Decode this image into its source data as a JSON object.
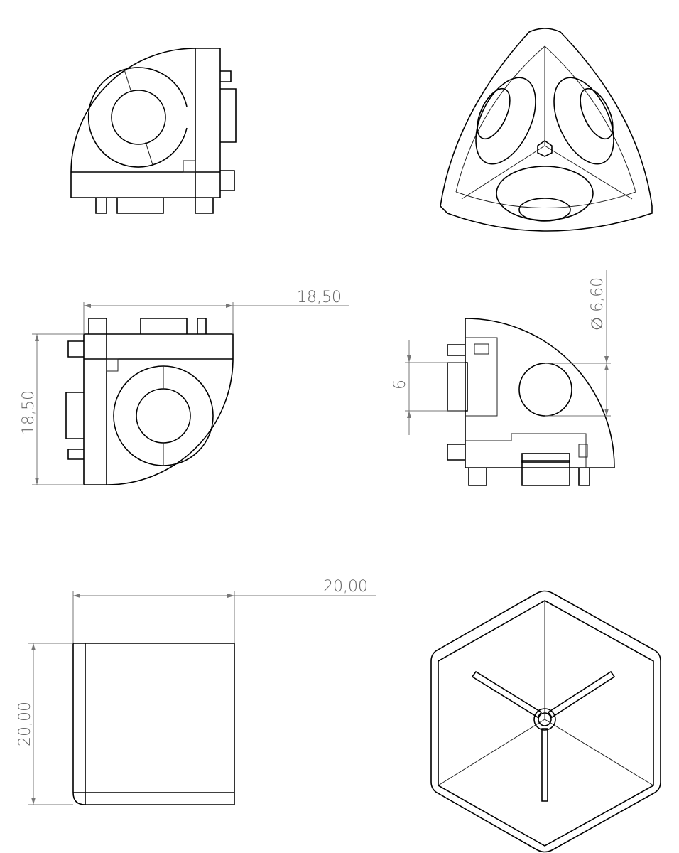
{
  "drawing": {
    "title": "Corner connector technical drawing",
    "dimensions": {
      "view3_width": "18,50",
      "view3_height": "18,50",
      "hole_diameter": "∅ 6,60",
      "hole_offset": "6",
      "view5_width": "20,00",
      "view5_height": "20,00"
    },
    "colors": {
      "line": "#000000",
      "dimension": "#777777"
    }
  }
}
